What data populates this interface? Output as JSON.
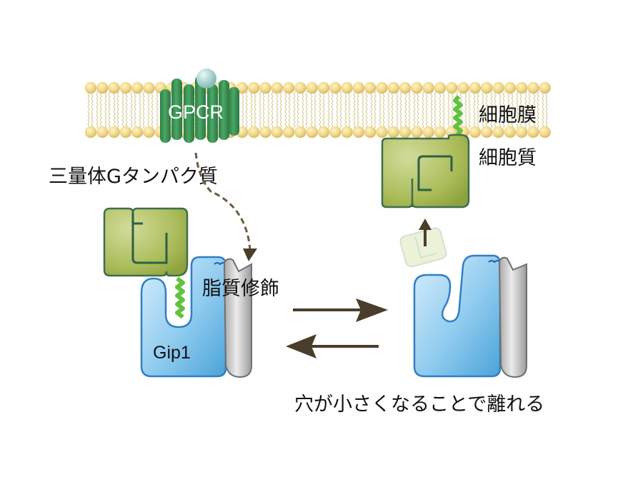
{
  "diagram": {
    "title": "",
    "labels": {
      "gpcr": "GPCR",
      "cell_membrane": "細胞膜",
      "cytoplasm": "細胞質",
      "trimeric_g_protein": "三量体Gタンパク質",
      "lipid_modification": "脂質修飾",
      "gip1": "Gip1",
      "release_note": "穴が小さくなることで離れる"
    },
    "nodes": [
      {
        "id": "membrane",
        "label": "細胞膜",
        "kind": "lipid-bilayer"
      },
      {
        "id": "gpcr",
        "label": "GPCR",
        "kind": "receptor"
      },
      {
        "id": "g-protein-left",
        "label": "三量体Gタンパク質",
        "kind": "protein",
        "state": "bound-to-gip1"
      },
      {
        "id": "gip1-left",
        "label": "Gip1",
        "kind": "protein",
        "state": "open-pocket"
      },
      {
        "id": "gip1-right",
        "label": "",
        "kind": "protein",
        "state": "closed-pocket"
      },
      {
        "id": "g-protein-right",
        "label": "",
        "kind": "protein",
        "state": "membrane-anchored"
      }
    ],
    "edges": [
      {
        "from": "gpcr",
        "to": "gip1-left",
        "style": "dashed",
        "label": "脂質修飾"
      },
      {
        "from": "gip1-left",
        "to": "gip1-right",
        "style": "solid",
        "direction": "forward"
      },
      {
        "from": "gip1-right",
        "to": "gip1-left",
        "style": "solid",
        "direction": "backward"
      },
      {
        "from": "gip1-right",
        "to": "g-protein-right",
        "style": "solid",
        "direction": "up"
      }
    ],
    "colors": {
      "lipid_head": "#f0d88a",
      "lipid_tail": "#d9cf9a",
      "gpcr": "#3f9a5a",
      "ligand": "#a9d3cf",
      "g_protein": "#b7c56a",
      "g_protein_edge": "#3f6e4e",
      "lipid_anchor": "#62c23e",
      "gip1": "#8cc9ec",
      "gip1_edge": "#2f7fc6",
      "grey_domain": "#c9c9c9",
      "arrow": "#4b3d2b"
    }
  }
}
